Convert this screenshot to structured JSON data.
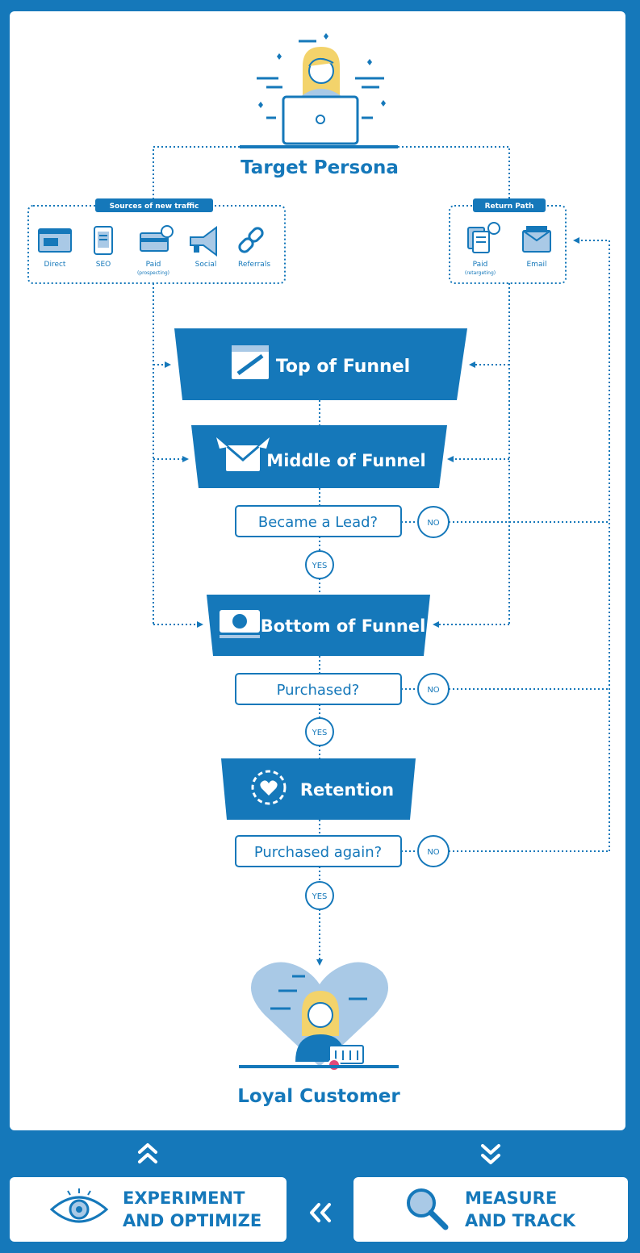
{
  "persona": {
    "title": "Target Persona"
  },
  "sources": {
    "title": "Sources of new traffic",
    "items": [
      {
        "label": "Direct",
        "icon": "browser-window-icon"
      },
      {
        "label": "SEO",
        "icon": "mobile-page-icon"
      },
      {
        "label": "Paid",
        "sublabel": "(prospecting)",
        "icon": "credit-card-icon"
      },
      {
        "label": "Social",
        "icon": "megaphone-icon"
      },
      {
        "label": "Referrals",
        "icon": "chain-link-icon"
      }
    ]
  },
  "return_path": {
    "title": "Return Path",
    "items": [
      {
        "label": "Paid",
        "sublabel": "(retargeting)",
        "icon": "documents-icon"
      },
      {
        "label": "Email",
        "icon": "inbox-icon"
      }
    ]
  },
  "funnel": {
    "top": "Top of Funnel",
    "middle": "Middle of Funnel",
    "bottom": "Bottom of Funnel",
    "retention": "Retention"
  },
  "decisions": {
    "lead": "Became a Lead?",
    "purchased": "Purchased?",
    "purchased_again": "Purchased again?",
    "yes": "YES",
    "no": "NO"
  },
  "customer": {
    "title": "Loyal Customer"
  },
  "footer": {
    "experiment_line1": "EXPERIMENT",
    "experiment_line2": "AND OPTIMIZE",
    "measure_line1": "MEASURE",
    "measure_line2": "AND TRACK"
  },
  "colors": {
    "brand_blue": "#1578ba",
    "light_blue": "#a9c9e6",
    "persona_hair": "#f3d36b"
  }
}
